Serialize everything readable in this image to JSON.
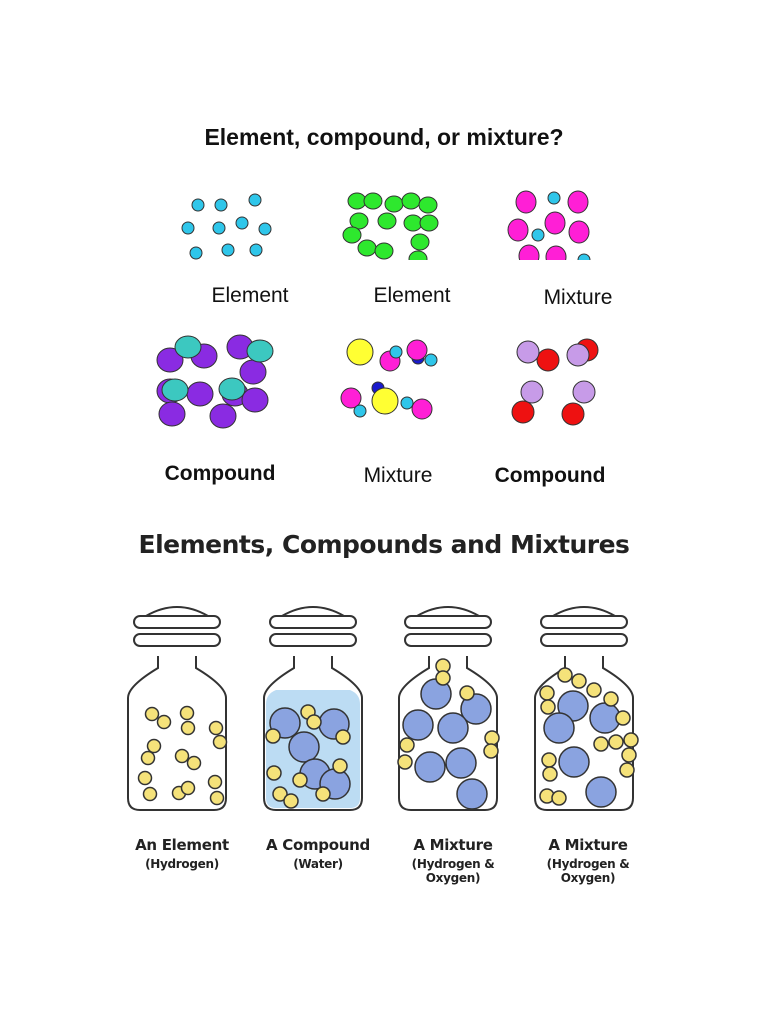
{
  "top_title": "Element, compound, or mixture?",
  "grid": [
    {
      "label": "Element",
      "bold": false
    },
    {
      "label": "Element",
      "bold": false
    },
    {
      "label": "Mixture",
      "bold": false
    },
    {
      "label": "Compound",
      "bold": true
    },
    {
      "label": "Mixture",
      "bold": false
    },
    {
      "label": "Compound",
      "bold": true
    }
  ],
  "colors": {
    "cyan": "#2fc6ea",
    "green": "#2ee82e",
    "magenta": "#ff1fd6",
    "purple": "#8a2be2",
    "teal": "#3cc8c0",
    "yellow": "#ffff33",
    "blue": "#1a1acc",
    "red": "#ee1111",
    "lavender": "#c79be8",
    "jar_yellow": "#f5e27a",
    "jar_blue": "#8aa3e0",
    "water": "#bcdcf3"
  },
  "bottom_title": "Elements, Compounds and Mixtures",
  "jars": [
    {
      "title": "An Element",
      "subtitle": "(Hydrogen)"
    },
    {
      "title": "A Compound",
      "subtitle": "(Water)"
    },
    {
      "title": "A Mixture",
      "subtitle": "(Hydrogen & Oxygen)"
    },
    {
      "title": "A Mixture",
      "subtitle": "(Hydrogen & Oxygen)"
    }
  ]
}
